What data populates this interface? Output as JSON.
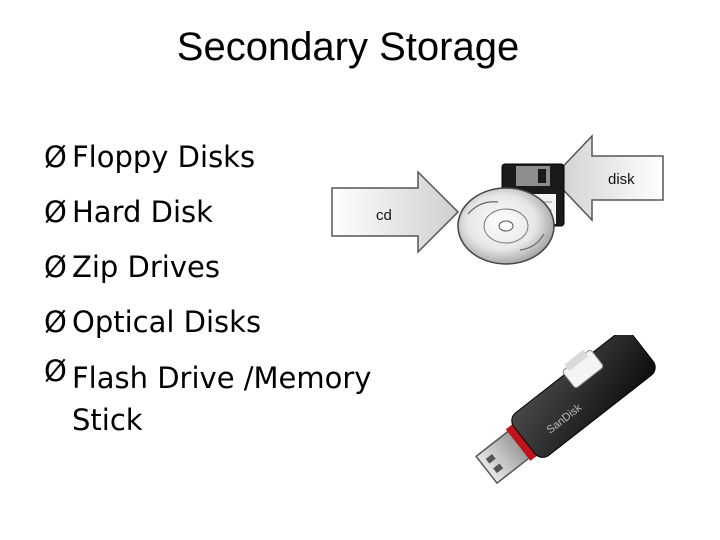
{
  "slide": {
    "title": "Secondary Storage",
    "bullet_marker": "Ø",
    "bullets": [
      "Floppy Disks",
      "Hard Disk",
      "Zip Drives",
      "Optical Disks",
      "Flash Drive /Memory Stick"
    ]
  },
  "illustration": {
    "cd_arrow_label": "cd",
    "disk_arrow_label": "disk",
    "usb_brand": "SanDisk"
  }
}
